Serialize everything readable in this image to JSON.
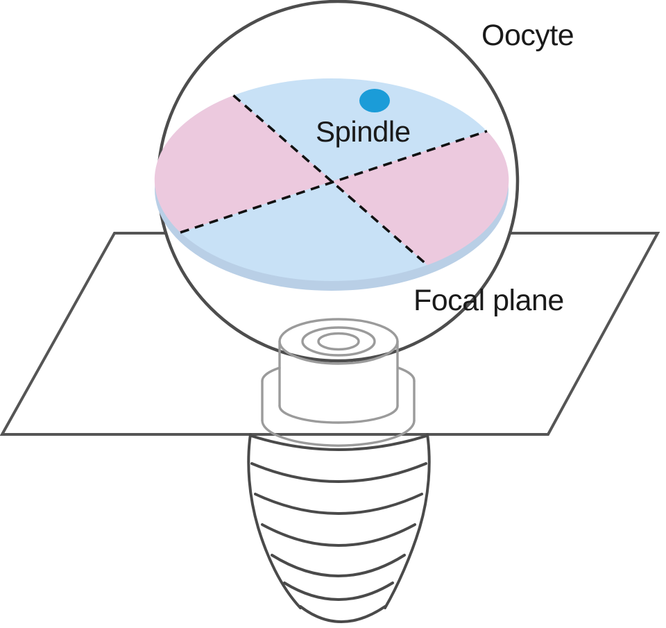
{
  "title": "Oocyte spindle and focal plane diagram",
  "labels": {
    "oocyte": "Oocyte",
    "spindle": "Spindle",
    "focal_plane": "Focal plane"
  },
  "colors": {
    "background": "#ffffff",
    "outline_dark": "#4d4d4d",
    "plane_stroke": "#555555",
    "disc_blue": "#c8e1f6",
    "disc_pink": "#ecc9de",
    "disc_rim": "#b9cfe6",
    "dash_black": "#111111",
    "spindle_dot": "#1b9cd8",
    "objective_light": "#9b9b9b",
    "objective_dark": "#4a4a4a",
    "text": "#1a1a1a"
  },
  "figure": {
    "type": "diagram",
    "description": "A spherical oocyte with an equatorial disc divided into four quadrants (top/bottom blue, left/right pink) by two dashed lines crossing at the center; a blue dot marks the spindle near the top of the disc; a tilted parallelogram sheet represents the focal plane intersecting the cell; a ribbed microscope objective lens sits below, light gray above the focal plane and dark below it.",
    "regions": [
      {
        "name": "oocyte",
        "shape": "circle",
        "label": "Oocyte"
      },
      {
        "name": "disc-quadrant-top",
        "color_key": "disc_blue"
      },
      {
        "name": "disc-quadrant-bottom",
        "color_key": "disc_blue"
      },
      {
        "name": "disc-quadrant-left",
        "color_key": "disc_pink"
      },
      {
        "name": "disc-quadrant-right",
        "color_key": "disc_pink"
      },
      {
        "name": "spindle",
        "shape": "dot",
        "label": "Spindle",
        "color_key": "spindle_dot"
      },
      {
        "name": "focal-plane",
        "shape": "parallelogram",
        "label": "Focal plane"
      },
      {
        "name": "objective-lens",
        "shape": "line-art",
        "label": ""
      }
    ]
  }
}
